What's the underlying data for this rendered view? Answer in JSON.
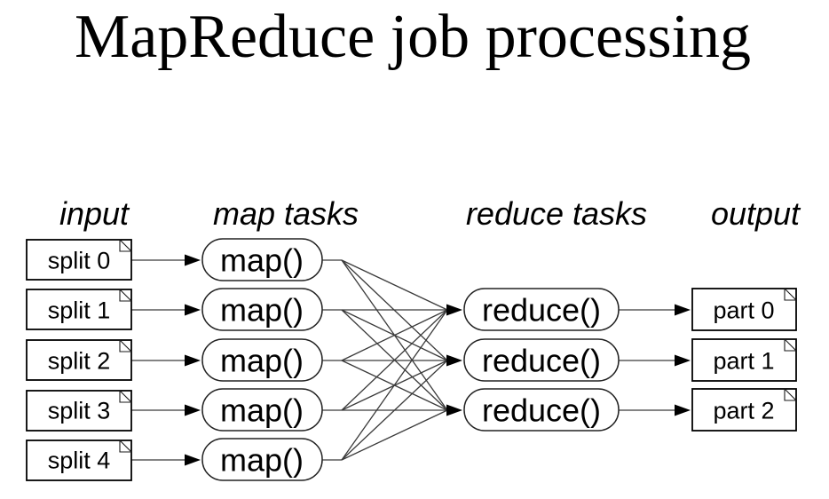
{
  "title": {
    "text": "MapReduce job processing"
  },
  "headers": {
    "input": "input",
    "map_tasks": "map tasks",
    "reduce_tasks": "reduce tasks",
    "output": "output"
  },
  "inputs": [
    {
      "label": "split 0"
    },
    {
      "label": "split 1"
    },
    {
      "label": "split 2"
    },
    {
      "label": "split 3"
    },
    {
      "label": "split 4"
    }
  ],
  "maps": [
    {
      "label": "map()"
    },
    {
      "label": "map()"
    },
    {
      "label": "map()"
    },
    {
      "label": "map()"
    },
    {
      "label": "map()"
    }
  ],
  "reduces": [
    {
      "label": "reduce()"
    },
    {
      "label": "reduce()"
    },
    {
      "label": "reduce()"
    }
  ],
  "outputs": [
    {
      "label": "part 0"
    },
    {
      "label": "part 1"
    },
    {
      "label": "part 2"
    }
  ],
  "edges": {
    "input_to_map": [
      [
        0,
        0
      ],
      [
        1,
        1
      ],
      [
        2,
        2
      ],
      [
        3,
        3
      ],
      [
        4,
        4
      ]
    ],
    "map_to_reduce": [
      [
        0,
        0
      ],
      [
        0,
        1
      ],
      [
        0,
        2
      ],
      [
        1,
        0
      ],
      [
        1,
        1
      ],
      [
        1,
        2
      ],
      [
        2,
        0
      ],
      [
        2,
        1
      ],
      [
        2,
        2
      ],
      [
        3,
        0
      ],
      [
        3,
        1
      ],
      [
        3,
        2
      ],
      [
        4,
        0
      ],
      [
        4,
        1
      ],
      [
        4,
        2
      ]
    ],
    "reduce_to_output": [
      [
        0,
        0
      ],
      [
        1,
        1
      ],
      [
        2,
        2
      ]
    ]
  },
  "colors": {
    "background": "#ffffff",
    "box_stroke": "#000000",
    "pill_stroke": "#222222",
    "connector": "#3a3a3a",
    "arrowhead": "#000000",
    "text": "#000000"
  }
}
